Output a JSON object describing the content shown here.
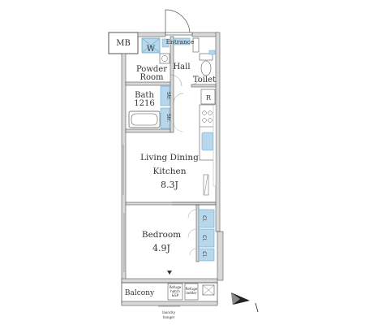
{
  "rooms": {
    "mb": "MB",
    "entrance": "Entrance",
    "w": "W",
    "powder_room_line1": "Powder",
    "powder_room_line2": "Room",
    "hall": "Hall",
    "toilet": "Toilet",
    "bath_line1": "Bath",
    "bath_line2": "1216",
    "refrigerator": "R",
    "ldk_line1": "Living Dining",
    "ldk_line2": "Kitchen",
    "ldk_size": "8.3J",
    "bedroom": "Bedroom",
    "bedroom_size": "4.9J",
    "balcony": "Balcony",
    "laundry_line1": "laundry",
    "laundry_line2": "hanger"
  },
  "closets": {
    "str": "Str.",
    "cl": "Cl."
  },
  "fixtures": {
    "refuge_hatch_1": "Refuge",
    "refuge_hatch_2": "hatch",
    "refuge_hatch_3": "&SP",
    "refuge_ladder_1": "Refuge",
    "refuge_ladder_2": "ladder"
  },
  "colors": {
    "wall": "#d9d9d9",
    "wall_stroke": "#555555",
    "fixture_blue": "#b7d8ec",
    "fixture_blue_stroke": "#6aa8cc"
  }
}
